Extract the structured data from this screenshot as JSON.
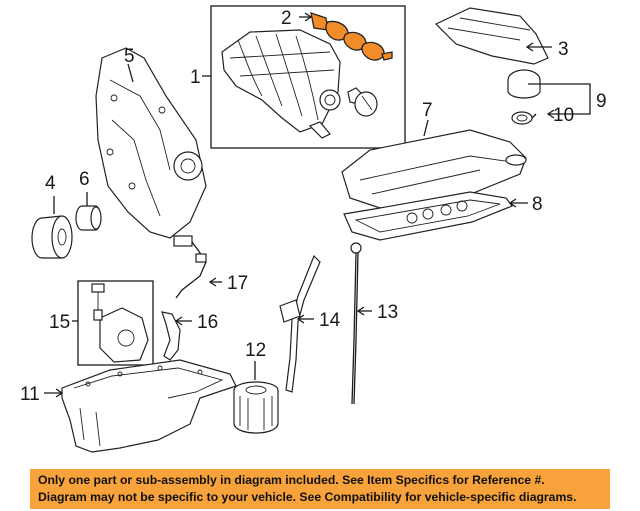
{
  "callouts": [
    {
      "id": "callout-1",
      "label": "1"
    },
    {
      "id": "callout-2",
      "label": "2"
    },
    {
      "id": "callout-3",
      "label": "3"
    },
    {
      "id": "callout-4",
      "label": "4"
    },
    {
      "id": "callout-5",
      "label": "5"
    },
    {
      "id": "callout-6",
      "label": "6"
    },
    {
      "id": "callout-7",
      "label": "7"
    },
    {
      "id": "callout-8",
      "label": "8"
    },
    {
      "id": "callout-9",
      "label": "9"
    },
    {
      "id": "callout-10",
      "label": "10"
    },
    {
      "id": "callout-11",
      "label": "11"
    },
    {
      "id": "callout-12",
      "label": "12"
    },
    {
      "id": "callout-13",
      "label": "13"
    },
    {
      "id": "callout-14",
      "label": "14"
    },
    {
      "id": "callout-15",
      "label": "15"
    },
    {
      "id": "callout-16",
      "label": "16"
    },
    {
      "id": "callout-17",
      "label": "17"
    }
  ],
  "highlight_color": "#f28c28",
  "banner_color": "#f7a23b",
  "disclaimer": {
    "line1": "Only one part or sub-assembly in diagram included. See Item Specifics for Reference #.",
    "line2": "Diagram may not be specific to your vehicle. See Compatibility for vehicle-specific diagrams."
  }
}
